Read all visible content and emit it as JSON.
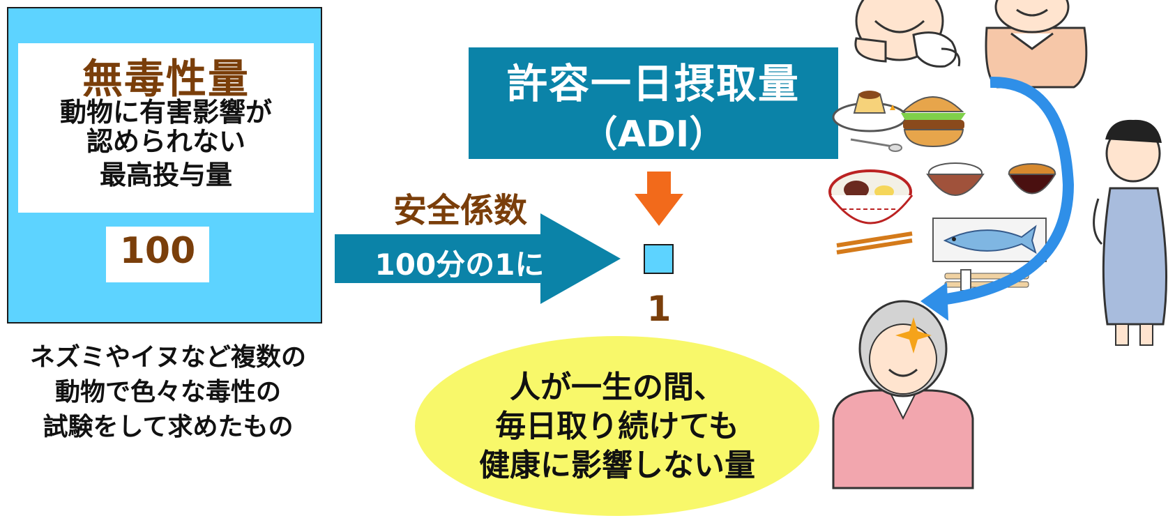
{
  "noael": {
    "title": "無毒性量",
    "description_lines": [
      "動物に有害影響が",
      "認められない",
      "最高投与量"
    ],
    "value": "100"
  },
  "left_caption_lines": [
    "ネズミやイヌなど複数の",
    "動物で色々な毒性の",
    "試験をして求めたもの"
  ],
  "adi": {
    "title": "許容一日摂取量",
    "abbreviation": "（ADI）",
    "value": "1"
  },
  "safety_factor": {
    "label": "安全係数",
    "arrow_text": "100分の1に"
  },
  "ellipse_lines": [
    "人が一生の間、",
    "毎日取り続けても",
    "健康に影響しない量"
  ],
  "colors": {
    "noael_box": "#5dd3ff",
    "adi_box": "#0b83a8",
    "brown_text": "#7a3e0a",
    "orange_arrow": "#f26a1b",
    "ellipse": "#f8f86a",
    "cycle_arrow": "#2f8fe8"
  },
  "icons": [
    "baby-icon",
    "woman-icon",
    "pudding-icon",
    "hamburger-icon",
    "ramen-icon",
    "rice-bowl-icon",
    "miso-soup-icon",
    "fish-icon",
    "chopsticks-icon",
    "pregnant-woman-icon",
    "elderly-woman-icon",
    "sparkle-icon"
  ]
}
